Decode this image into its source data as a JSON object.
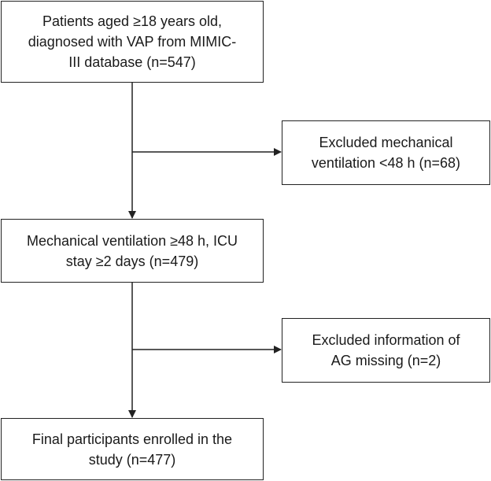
{
  "flowchart": {
    "box1": {
      "line1": "Patients aged ≥18 years old,",
      "line2": "diagnosed with VAP from MIMIC-",
      "line3": "III database (n=547)"
    },
    "exclusion1": {
      "line1": "Excluded mechanical",
      "line2": "ventilation <48 h (n=68)"
    },
    "box2": {
      "line1": "Mechanical ventilation ≥48 h, ICU",
      "line2": "stay ≥2 days (n=479)"
    },
    "exclusion2": {
      "line1": "Excluded information of",
      "line2": "AG missing (n=2)"
    },
    "box3": {
      "line1": "Final participants enrolled in the",
      "line2": "study (n=477)"
    }
  },
  "colors": {
    "line": "#222222",
    "background": "#ffffff"
  }
}
